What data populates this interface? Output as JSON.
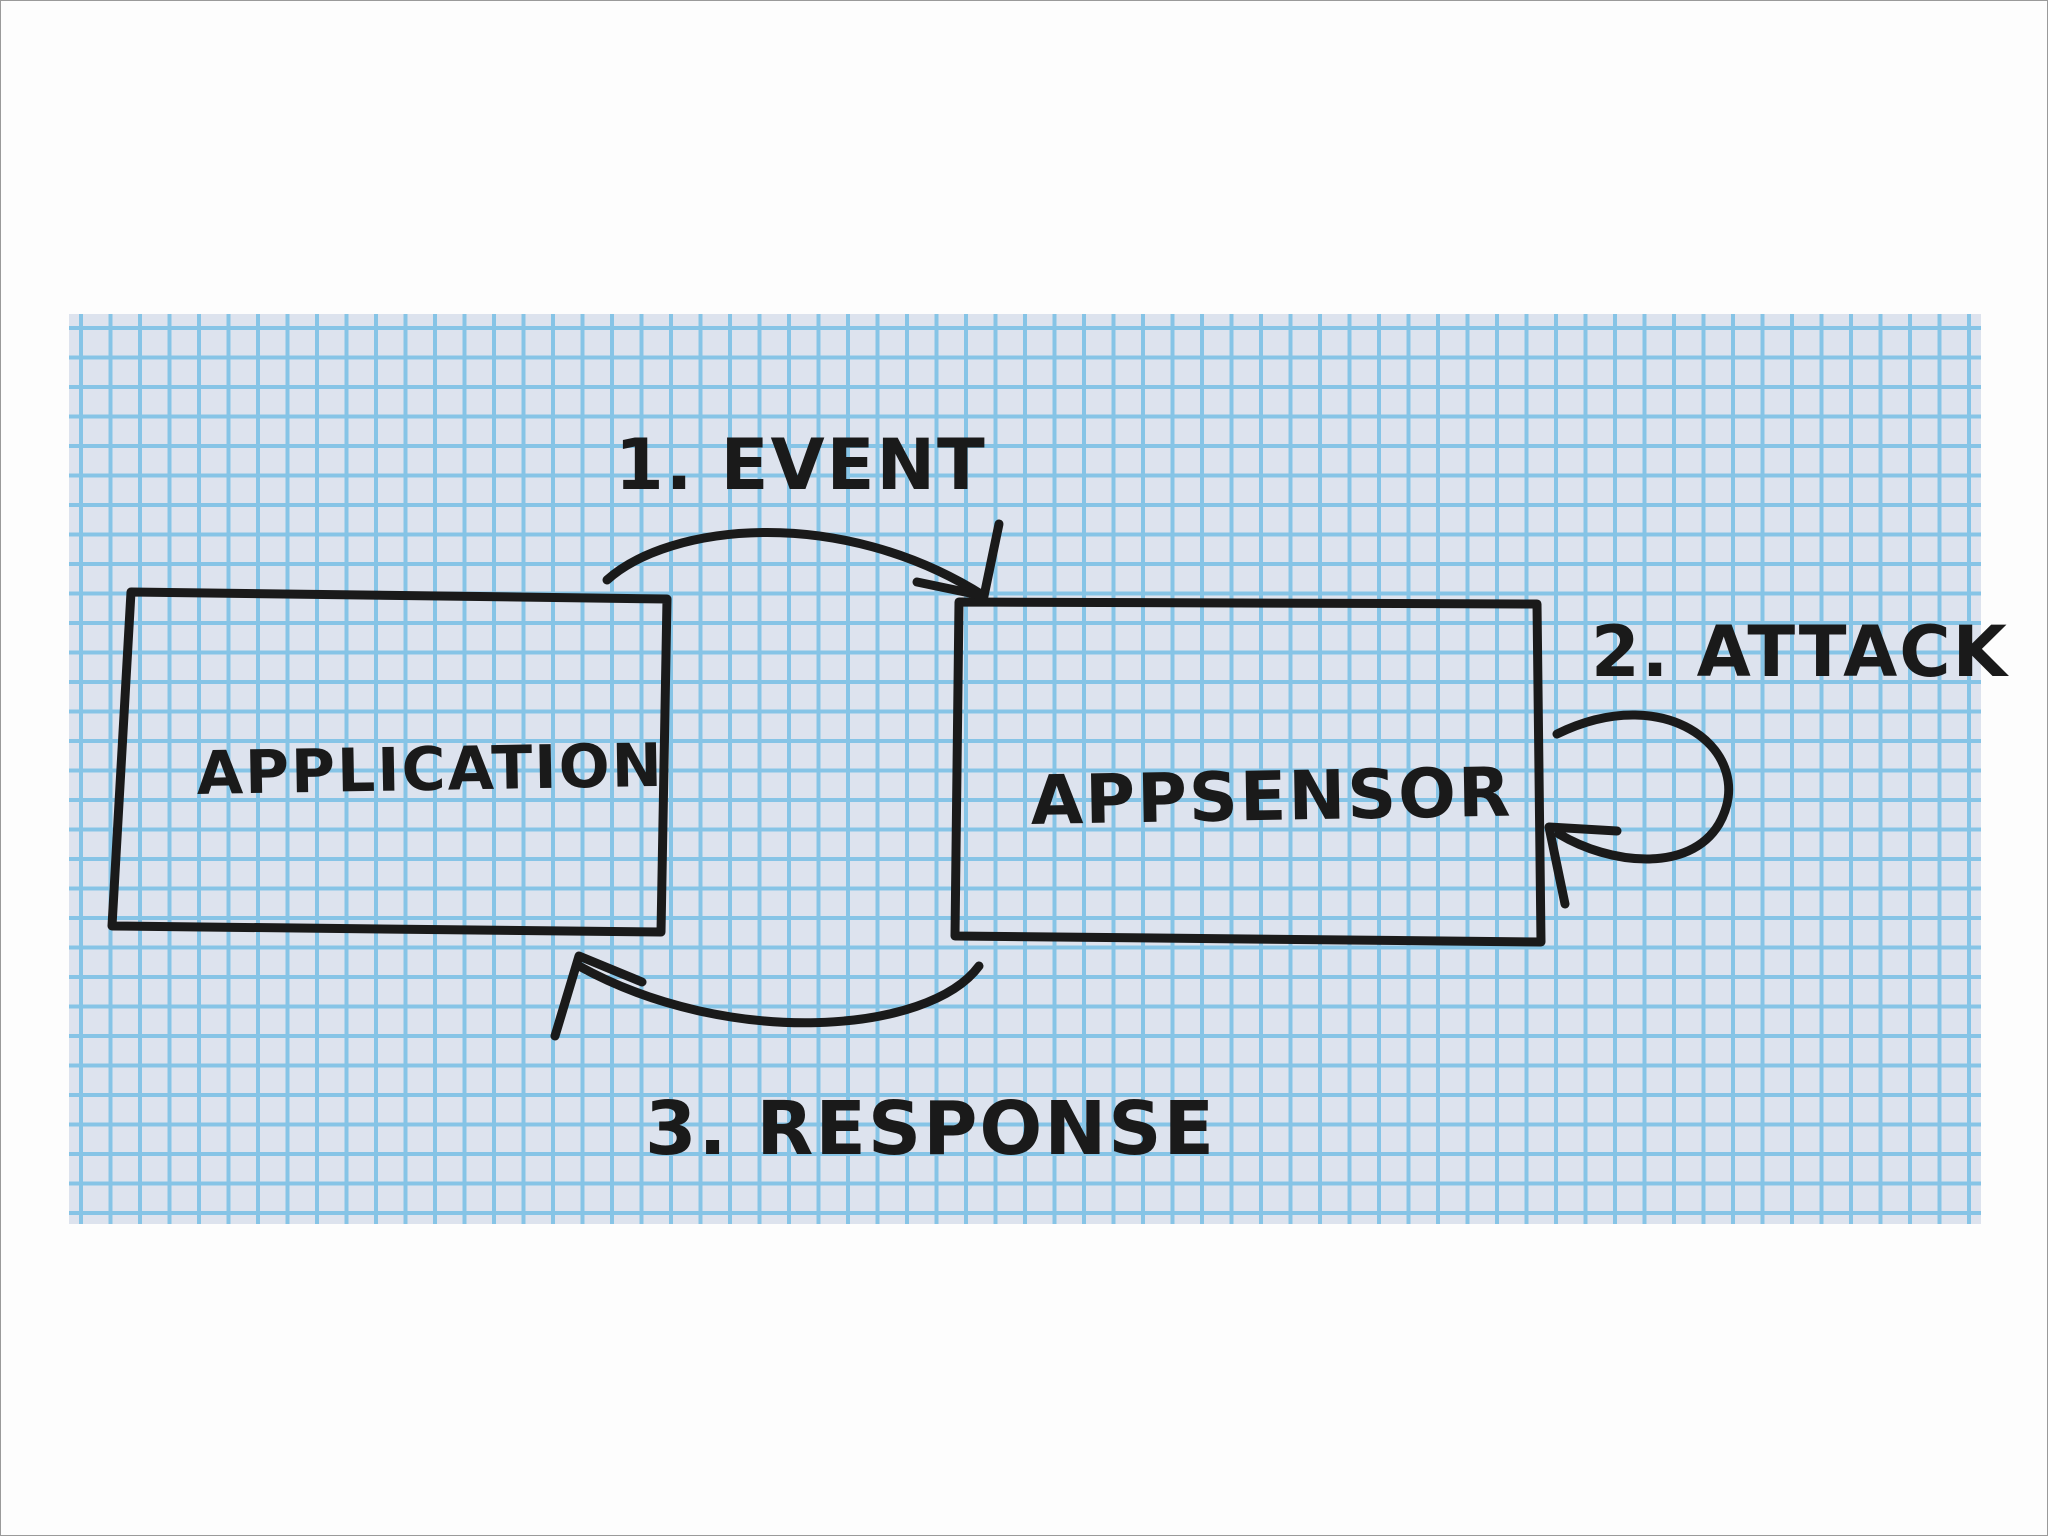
{
  "diagram": {
    "nodes": [
      {
        "id": "application",
        "label": "APPLICATION"
      },
      {
        "id": "appsensor",
        "label": "APPSENSOR"
      }
    ],
    "edges": [
      {
        "from": "application",
        "to": "appsensor",
        "label": "1. EVENT"
      },
      {
        "from": "appsensor",
        "to": "appsensor",
        "label": "2. ATTACK"
      },
      {
        "from": "appsensor",
        "to": "application",
        "label": "3. RESPONSE"
      }
    ]
  },
  "colors": {
    "paper": "#dde3ee",
    "grid": "#86c4e6",
    "ink": "#1a1a1a"
  }
}
